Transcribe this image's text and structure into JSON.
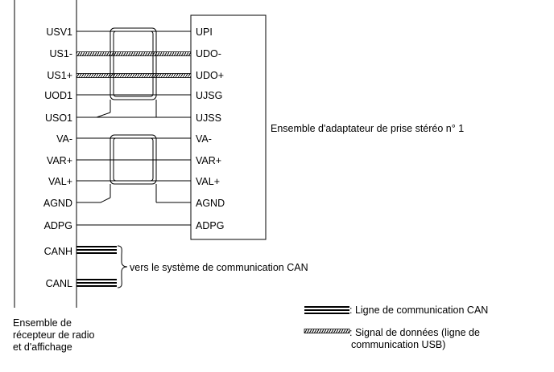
{
  "left_unit": {
    "label_lines": [
      "Ensemble de",
      "récepteur de radio",
      "et d'affichage"
    ],
    "pins": [
      "USV1",
      "US1-",
      "US1+",
      "UOD1",
      "USO1",
      "VA-",
      "VAR+",
      "VAL+",
      "AGND",
      "ADPG",
      "CANH",
      "CANL"
    ]
  },
  "right_unit": {
    "label": "Ensemble d'adaptateur de prise stéréo n° 1",
    "pins": [
      "UPI",
      "UDO-",
      "UDO+",
      "UJSG",
      "UJSS",
      "VA-",
      "VAR+",
      "VAL+",
      "AGND",
      "ADPG"
    ]
  },
  "can_note": "vers le système de communication CAN",
  "legend": {
    "can_line": ": Ligne de communication CAN",
    "usb_line_1": ": Signal de données (ligne de",
    "usb_line_2": "communication USB)"
  }
}
